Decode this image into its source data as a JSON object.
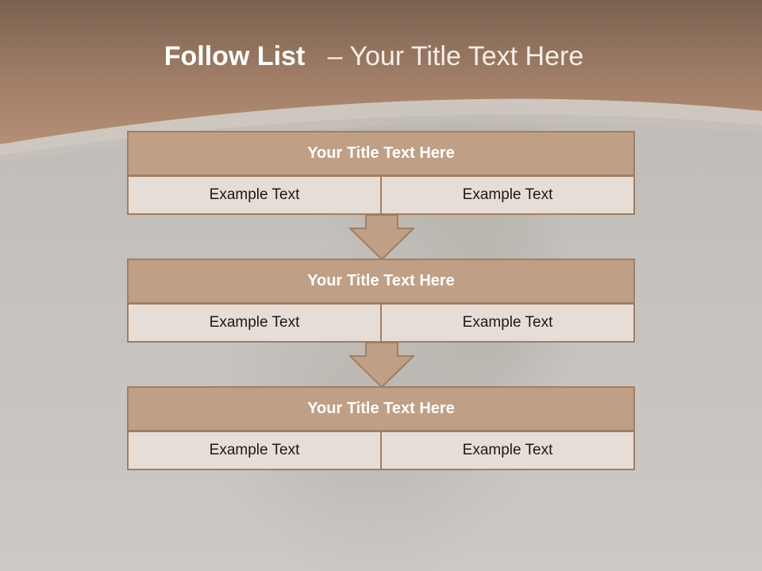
{
  "slide": {
    "title_bold": "Follow List",
    "title_rest": "– Your Title Text Here",
    "colors": {
      "band": "#a47f62",
      "box_header": "#bf9f85",
      "box_cell": "#e7ddd7",
      "border": "#a07e62",
      "background": "#c9c5c1"
    }
  },
  "stages": [
    {
      "title": "Your Title Text Here",
      "left": "Example Text",
      "right": "Example Text"
    },
    {
      "title": "Your Title Text Here",
      "left": "Example Text",
      "right": "Example Text"
    },
    {
      "title": "Your Title Text Here",
      "left": "Example Text",
      "right": "Example Text"
    }
  ],
  "icons": [
    "down-arrow-icon",
    "down-arrow-icon"
  ]
}
